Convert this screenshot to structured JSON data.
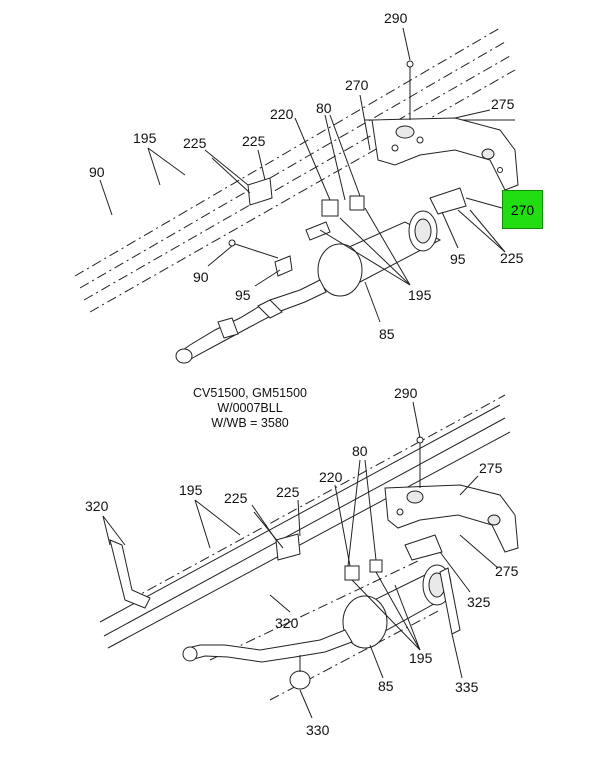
{
  "colors": {
    "highlight": "#22dd11",
    "line": "#222222"
  },
  "top_view": {
    "callouts": {
      "c290": "290",
      "c270a": "270",
      "c275": "275",
      "c270_highlight": "270",
      "c220": "220",
      "c80": "80",
      "c195a": "195",
      "c225a": "225",
      "c225b": "225",
      "c90a": "90",
      "c90b": "90",
      "c95a": "95",
      "c95b": "95",
      "c225c": "225",
      "c195b": "195",
      "c85": "85"
    }
  },
  "caption": {
    "line1": "CV51500, GM51500",
    "line2": "W/0007BLL",
    "line3": "W/WB = 3580"
  },
  "bottom_view": {
    "callouts": {
      "c290": "290",
      "c80": "80",
      "c275a": "275",
      "c220": "220",
      "c195a": "195",
      "c225a": "225",
      "c225b": "225",
      "c320a": "320",
      "c275b": "275",
      "c325": "325",
      "c320b": "320",
      "c195b": "195",
      "c85": "85",
      "c335": "335",
      "c330": "330"
    }
  }
}
